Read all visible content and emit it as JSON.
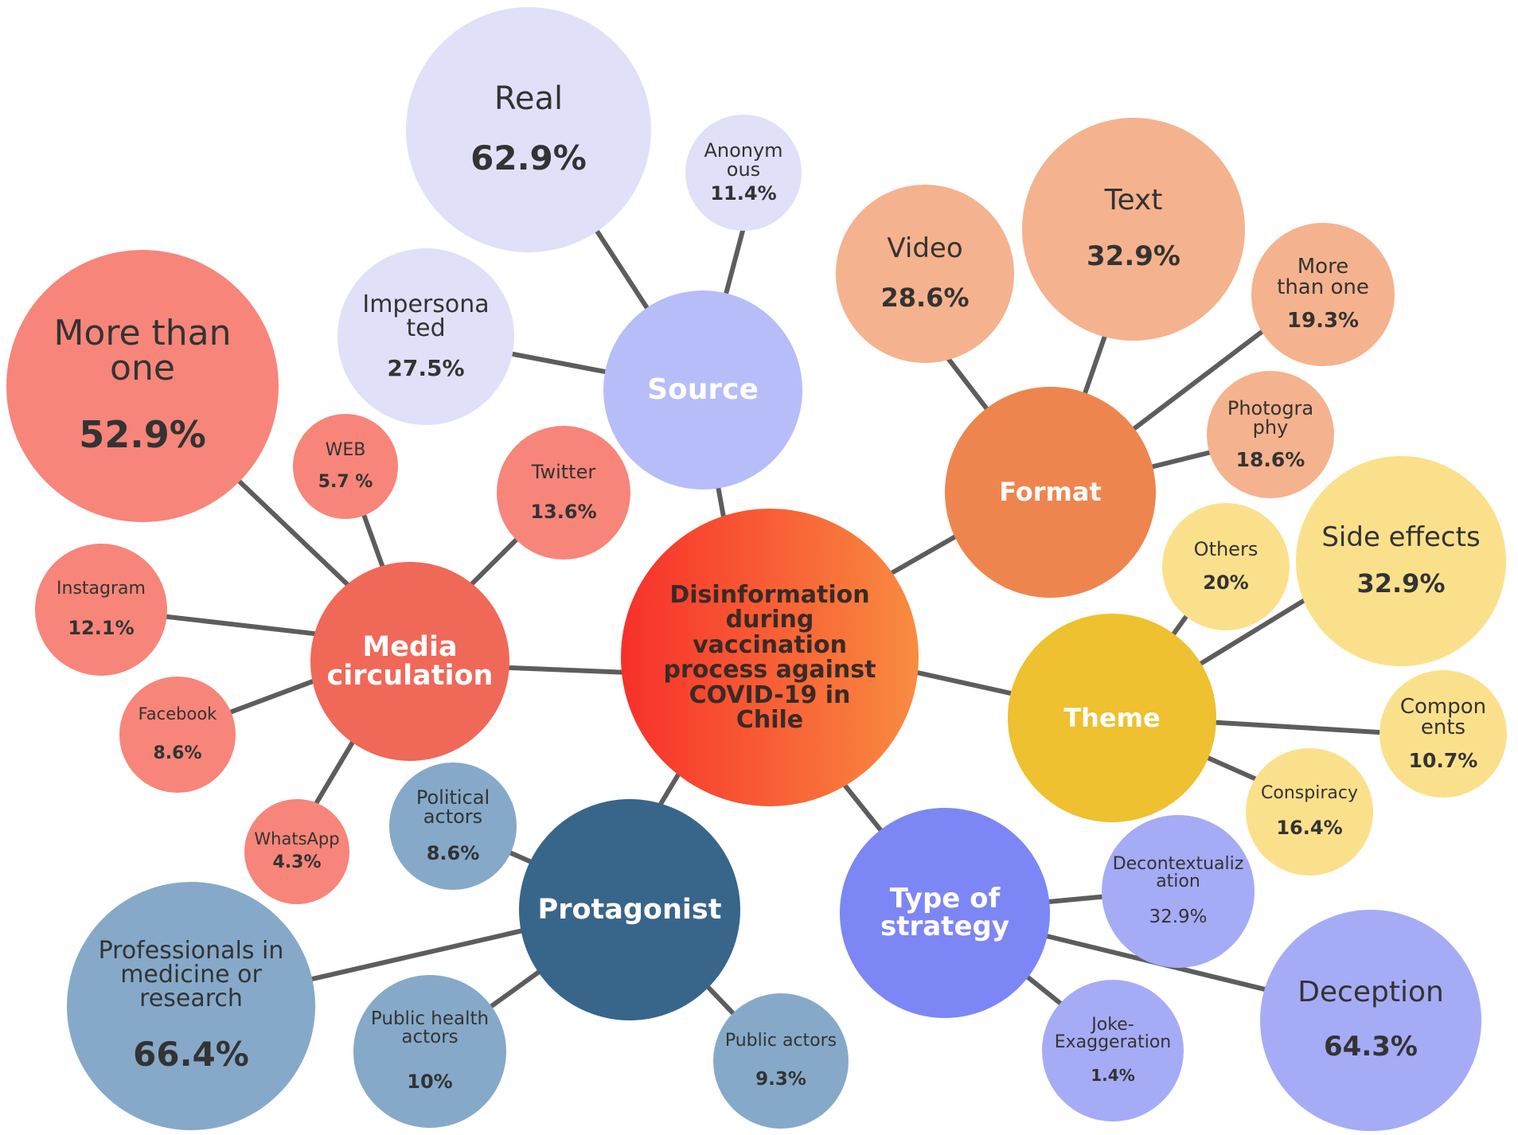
{
  "center": {
    "label": "Disinformation\nduring\nvaccination\nprocess against\nCOVID-19 in\nChile"
  },
  "hubs": {
    "source": {
      "label": "Source",
      "color": "#b7bdf8"
    },
    "format": {
      "label": "Format",
      "color": "#ee854e"
    },
    "theme": {
      "label": "Theme",
      "color": "#efc02f"
    },
    "strategy": {
      "label": "Type of\nstrategy",
      "color": "#7d86f5"
    },
    "protagonist": {
      "label": "Protagonist",
      "color": "#38658a"
    },
    "media": {
      "label": "Media\ncirculation",
      "color": "#f06858"
    }
  },
  "leaves": {
    "source_real": {
      "label": "Real",
      "value": "62.9%"
    },
    "source_anonymous": {
      "label": "Anonym\nous",
      "value": "11.4%"
    },
    "source_impersonated": {
      "label": "Impersona\nted",
      "value": "27.5%"
    },
    "format_video": {
      "label": "Video",
      "value": "28.6%"
    },
    "format_text": {
      "label": "Text",
      "value": "32.9%"
    },
    "format_more": {
      "label": "More\nthan one",
      "value": "19.3%"
    },
    "format_photo": {
      "label": "Photogra\nphy",
      "value": "18.6%"
    },
    "theme_side": {
      "label": "Side effects",
      "value": "32.9%"
    },
    "theme_others": {
      "label": "Others",
      "value": "20%"
    },
    "theme_components": {
      "label": "Compon\nents",
      "value": "10.7%"
    },
    "theme_conspiracy": {
      "label": "Conspiracy",
      "value": "16.4%"
    },
    "strategy_decontext": {
      "label": "Decontextualiz\nation",
      "value": "32.9%"
    },
    "strategy_deception": {
      "label": "Deception",
      "value": "64.3%"
    },
    "strategy_joke": {
      "label": "Joke-\nExaggeration",
      "value": "1.4%"
    },
    "prot_political": {
      "label": "Political\nactors",
      "value": "8.6%"
    },
    "prot_professionals": {
      "label": "Professionals in\nmedicine or\nresearch",
      "value": "66.4%"
    },
    "prot_publichealth": {
      "label": "Public health\nactors",
      "value": "10%"
    },
    "prot_publicactors": {
      "label": "Public actors",
      "value": "9.3%"
    },
    "media_more": {
      "label": "More than\none",
      "value": "52.9%"
    },
    "media_web": {
      "label": "WEB",
      "value": "5.7 %"
    },
    "media_twitter": {
      "label": "Twitter",
      "value": "13.6%"
    },
    "media_instagram": {
      "label": "Instagram",
      "value": "12.1%"
    },
    "media_facebook": {
      "label": "Facebook",
      "value": "8.6%"
    },
    "media_whatsapp": {
      "label": "WhatsApp",
      "value": "4.3%"
    }
  },
  "colors": {
    "source_leaf": "#e0e1f8",
    "format_leaf": "#f5b28e",
    "theme_leaf": "#fbe08c",
    "strategy_leaf": "#a6abf6",
    "protagonist_leaf": "#86a9c9",
    "media_leaf": "#f7857a",
    "connector": "#5d5d5d",
    "center_gradient": [
      "#f7302a",
      "#f9883e"
    ]
  }
}
